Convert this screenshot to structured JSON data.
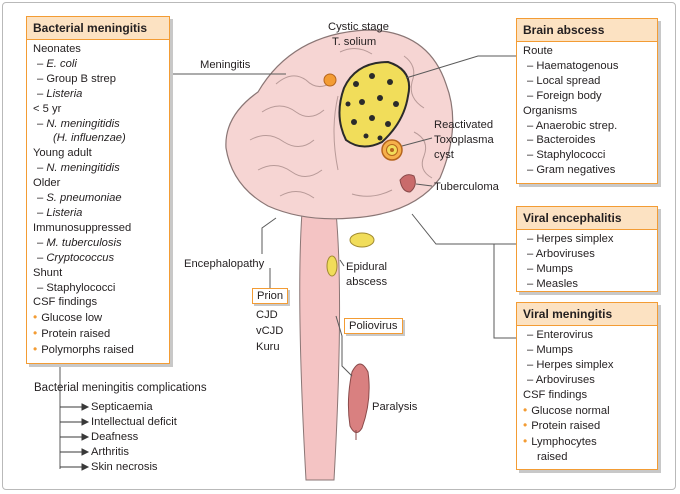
{
  "bacterial_meningitis": {
    "title": "Bacterial meningitis",
    "rows": [
      {
        "t": "Neonates",
        "k": "l1"
      },
      {
        "t": "E. coli",
        "k": "l2 it"
      },
      {
        "t": "Group B strep",
        "k": "l2"
      },
      {
        "t": "Listeria",
        "k": "l2 it"
      },
      {
        "t": "< 5 yr",
        "k": "l1"
      },
      {
        "t": "N. meningitidis",
        "k": "l2 it"
      },
      {
        "t": "(H. influenzae)",
        "k": "l3 it"
      },
      {
        "t": "Young adult",
        "k": "l1"
      },
      {
        "t": "N. meningitidis",
        "k": "l2 it"
      },
      {
        "t": "Older",
        "k": "l1"
      },
      {
        "t": "S. pneumoniae",
        "k": "l2 it"
      },
      {
        "t": "Listeria",
        "k": "l2 it"
      },
      {
        "t": "Immunosuppressed",
        "k": "l1"
      },
      {
        "t": "M. tuberculosis",
        "k": "l2 it"
      },
      {
        "t": "Cryptococcus",
        "k": "l2 it"
      },
      {
        "t": "Shunt",
        "k": "l1"
      },
      {
        "t": "Staphylococci",
        "k": "l2"
      },
      {
        "t": "CSF findings",
        "k": "l1"
      },
      {
        "t": "Glucose low",
        "k": "l1 bul"
      },
      {
        "t": "Protein raised",
        "k": "l1 bul"
      },
      {
        "t": "Polymorphs raised",
        "k": "l1 bul"
      }
    ]
  },
  "complications": {
    "title": "Bacterial meningitis complications",
    "items": [
      "Septicaemia",
      "Intellectual deficit",
      "Deafness",
      "Arthritis",
      "Skin necrosis"
    ]
  },
  "brain_abscess": {
    "title": "Brain abscess",
    "rows": [
      {
        "t": "Route",
        "k": "l1"
      },
      {
        "t": "Haematogenous",
        "k": "l2"
      },
      {
        "t": "Local spread",
        "k": "l2"
      },
      {
        "t": "Foreign body",
        "k": "l2"
      },
      {
        "t": "Organisms",
        "k": "l1"
      },
      {
        "t": "Anaerobic strep.",
        "k": "l2"
      },
      {
        "t": "Bacteroides",
        "k": "l2"
      },
      {
        "t": "Staphylococci",
        "k": "l2"
      },
      {
        "t": "Gram negatives",
        "k": "l2"
      }
    ]
  },
  "viral_encephalitis": {
    "title": "Viral encephalitis",
    "rows": [
      {
        "t": "Herpes simplex",
        "k": "l2"
      },
      {
        "t": "Arboviruses",
        "k": "l2"
      },
      {
        "t": "Mumps",
        "k": "l2"
      },
      {
        "t": "Measles",
        "k": "l2"
      }
    ]
  },
  "viral_meningitis": {
    "title": "Viral meningitis",
    "rows": [
      {
        "t": "Enterovirus",
        "k": "l2"
      },
      {
        "t": "Mumps",
        "k": "l2"
      },
      {
        "t": "Herpes simplex",
        "k": "l2"
      },
      {
        "t": "Arboviruses",
        "k": "l2"
      },
      {
        "t": "CSF findings",
        "k": "l1"
      },
      {
        "t": "Glucose normal",
        "k": "l1 bul"
      },
      {
        "t": "Protein raised",
        "k": "l1 bul"
      },
      {
        "t": "Lymphocytes",
        "k": "l1 bul"
      },
      {
        "t": "raised",
        "k": "l1 cont"
      }
    ]
  },
  "labels": {
    "meningitis": "Meningitis",
    "cystic_1": "Cystic stage",
    "cystic_2": "T. solium",
    "toxo_1": "Reactivated",
    "toxo_2": "Toxoplasma",
    "toxo_3": "cyst",
    "tuberculoma": "Tuberculoma",
    "encephalopathy": "Encephalopathy",
    "epidural_1": "Epidural",
    "epidural_2": "abscess",
    "paralysis": "Paralysis"
  },
  "prion": {
    "title": "Prion",
    "items": [
      "CJD",
      "vCJD",
      "Kuru"
    ]
  },
  "poliovirus": "Poliovirus",
  "colors": {
    "accent": "#f39c34",
    "panel_header": "#fce2c2",
    "brain": "#f6d5d3",
    "brain_outline": "#8a7675",
    "lesion_yellow": "#f1dd5a",
    "muscle": "#d98080"
  }
}
